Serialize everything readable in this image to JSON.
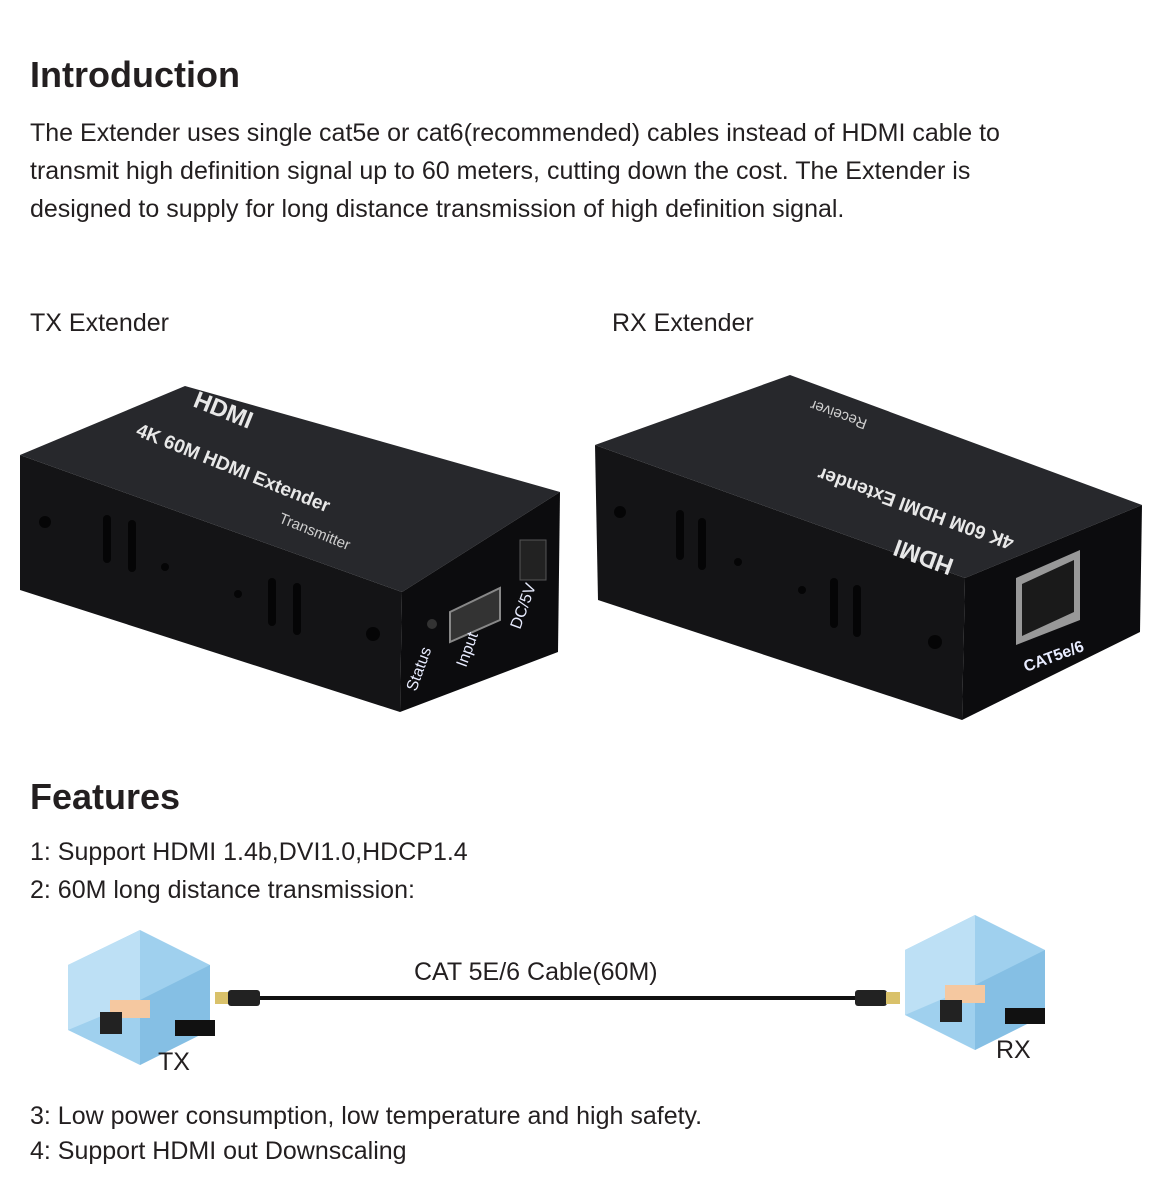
{
  "intro": {
    "heading": "Introduction",
    "lines": [
      "The Extender uses single cat5e or cat6(recommended) cables instead of HDMI cable to",
      "transmit high definition signal up to 60 meters, cutting down the cost. The Extender is",
      "designed to supply for long distance transmission of high definition signal."
    ]
  },
  "products": {
    "tx": {
      "label": "TX Extender",
      "logo": "HDMI",
      "model": "4K 60M HDMI Extender",
      "role": "Transmitter",
      "ports": [
        "Status",
        "Input",
        "DC/5V"
      ]
    },
    "rx": {
      "label": "RX Extender",
      "logo": "HDMI",
      "model": "4K 60M HDMI Extender",
      "role": "Receiver",
      "ports": [
        "CAT5e/6"
      ]
    }
  },
  "features": {
    "heading": "Features",
    "items": [
      "1: Support HDMI 1.4b,DVI1.0,HDCP1.4",
      "2:  60M long distance transmission:",
      "3: Low power consumption, low temperature and high safety.",
      "4: Support HDMI out Downscaling"
    ],
    "diagram": {
      "cable_label": "CAT 5E/6 Cable(60M)",
      "left_label": "TX",
      "right_label": "RX"
    }
  }
}
